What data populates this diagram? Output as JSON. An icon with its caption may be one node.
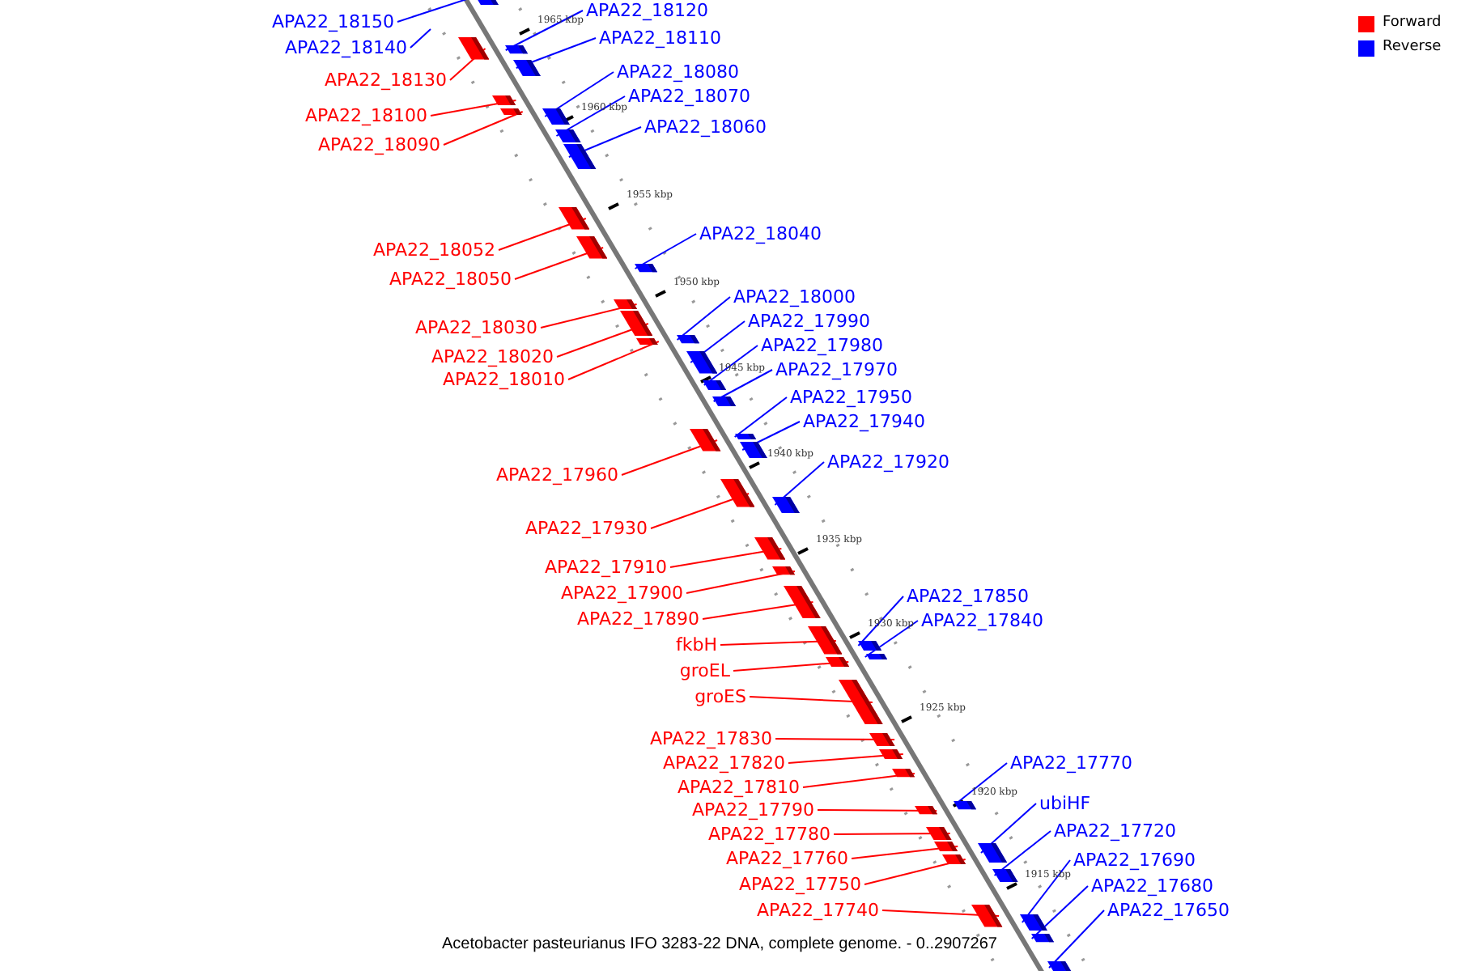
{
  "diagram": {
    "caption": "Acetobacter pasteurianus IFO 3283-22 DNA, complete genome. - 0..2907267",
    "nodes": [
      {
        "text": [
          "APA22_18120"
        ]
      },
      {
        "text": [],
        "shape": "bar"
      },
      {
        "text": [
          "APA22_18150"
        ]
      },
      {
        "text": [],
        "shape": "bar"
      },
      {
        "text": [
          "APA22_18110"
        ]
      },
      {
        "text": [],
        "shape": "bar"
      },
      {
        "text": [
          "APA22_18140"
        ]
      },
      {
        "text": [
          "APA22_18080"
        ]
      },
      {
        "text": [],
        "shape": "bar"
      },
      {
        "text": [
          "APA22_18130"
        ]
      },
      {
        "text": [],
        "shape": "bar"
      },
      {
        "text": [
          "APA22_18070"
        ]
      },
      {
        "text": [],
        "shape": "bar"
      },
      {
        "text": [
          "APA22_18100"
        ]
      },
      {
        "text": [],
        "shape": "bar"
      },
      {
        "text": [
          "APA22_18060"
        ]
      },
      {
        "text": [],
        "shape": "bar"
      },
      {
        "text": [
          "APA22_18090"
        ]
      },
      {
        "text": [],
        "shape": "bar"
      },
      {
        "text": [
          "APA22_18040"
        ]
      },
      {
        "text": [],
        "shape": "bar"
      },
      {
        "text": [
          "APA22_18052"
        ]
      },
      {
        "text": [],
        "shape": "bar"
      },
      {
        "text": [
          "APA22_18050"
        ]
      },
      {
        "text": [],
        "shape": "bar"
      },
      {
        "text": [
          "APA22_18000"
        ]
      },
      {
        "text": [],
        "shape": "bar"
      },
      {
        "text": [
          "APA22_17990"
        ]
      },
      {
        "text": [],
        "shape": "bar"
      },
      {
        "text": [
          "APA22_18030"
        ]
      },
      {
        "text": [],
        "shape": "bar"
      },
      {
        "text": [
          "APA22_17980"
        ]
      },
      {
        "text": [],
        "shape": "bar"
      },
      {
        "text": [
          "APA22_18020"
        ]
      },
      {
        "text": [],
        "shape": "bar"
      },
      {
        "text": [
          "APA22_17970"
        ]
      },
      {
        "text": [],
        "shape": "bar"
      },
      {
        "text": [
          "APA22_18010"
        ]
      },
      {
        "text": [],
        "shape": "bar"
      },
      {
        "text": [
          "APA22_17950"
        ]
      },
      {
        "text": [],
        "shape": "bar"
      },
      {
        "text": [
          "APA22_17940"
        ]
      },
      {
        "text": [],
        "shape": "bar"
      },
      {
        "text": [
          "APA22_17920"
        ]
      },
      {
        "text": [],
        "shape": "bar"
      },
      {
        "text": [
          "APA22_17960"
        ]
      },
      {
        "text": [],
        "shape": "bar"
      },
      {
        "text": [
          "APA22_17930"
        ]
      },
      {
        "text": [],
        "shape": "bar"
      },
      {
        "text": [
          "APA22_17910"
        ]
      },
      {
        "text": [],
        "shape": "bar"
      },
      {
        "text": [
          "APA22_17900"
        ]
      },
      {
        "text": [],
        "shape": "bar"
      },
      {
        "text": [
          "APA22_17850"
        ]
      },
      {
        "text": [],
        "shape": "bar"
      },
      {
        "text": [
          "APA22_17890"
        ]
      },
      {
        "text": [],
        "shape": "bar"
      },
      {
        "text": [
          "APA22_17840"
        ]
      },
      {
        "text": [],
        "shape": "bar"
      },
      {
        "text": [
          "fkbH"
        ]
      },
      {
        "text": [],
        "shape": "bar"
      },
      {
        "text": [
          "groEL"
        ]
      },
      {
        "text": [],
        "shape": "bar"
      },
      {
        "text": [
          "groES"
        ]
      },
      {
        "text": [],
        "shape": "bar"
      },
      {
        "text": [
          "APA22_17830"
        ]
      },
      {
        "text": [],
        "shape": "bar"
      },
      {
        "text": [
          "APA22_17770"
        ]
      },
      {
        "text": [],
        "shape": "bar"
      },
      {
        "text": [
          "APA22_17820"
        ]
      },
      {
        "text": [],
        "shape": "bar"
      },
      {
        "text": [
          "APA22_17810"
        ]
      },
      {
        "text": [],
        "shape": "bar"
      },
      {
        "text": [
          "ubiHF"
        ]
      },
      {
        "text": [],
        "shape": "bar"
      },
      {
        "text": [
          "APA22_17790"
        ]
      },
      {
        "text": [],
        "shape": "bar"
      },
      {
        "text": [
          "APA22_17720"
        ]
      },
      {
        "text": [],
        "shape": "bar"
      },
      {
        "text": [
          "APA22_17780"
        ]
      },
      {
        "text": [],
        "shape": "bar"
      },
      {
        "text": [
          "APA22_17760"
        ]
      },
      {
        "text": [],
        "shape": "bar"
      },
      {
        "text": [
          "APA22_17690"
        ]
      },
      {
        "text": [],
        "shape": "bar"
      },
      {
        "text": [
          "APA22_17750"
        ]
      },
      {
        "text": [],
        "shape": "bar"
      },
      {
        "text": [
          "APA22_17680"
        ]
      },
      {
        "text": [],
        "shape": "bar"
      },
      {
        "text": [
          "APA22_17740"
        ]
      },
      {
        "text": [],
        "shape": "bar"
      },
      {
        "text": [
          "APA22_17650"
        ]
      },
      {
        "text": [],
        "shape": "bar"
      }
    ],
    "edges": [
      {
        "from": 0,
        "to": 1,
        "arrow": "none",
        "color": "#0000ff"
      },
      {
        "from": 2,
        "to": 3,
        "arrow": "none",
        "color": "#0000ff"
      },
      {
        "from": 4,
        "to": 5,
        "arrow": "none",
        "color": "#0000ff"
      },
      {
        "from": 6,
        "to": null,
        "arrow": "none",
        "color": "#0000ff"
      },
      {
        "from": 7,
        "to": 8,
        "arrow": "none",
        "color": "#0000ff"
      },
      {
        "from": 9,
        "to": 10,
        "arrow": "none"
      },
      {
        "from": 11,
        "to": 12,
        "arrow": "none",
        "color": "#0000ff"
      },
      {
        "from": 13,
        "to": 14,
        "arrow": "none"
      },
      {
        "from": 15,
        "to": 16,
        "arrow": "none",
        "color": "#0000ff"
      },
      {
        "from": 17,
        "to": 18,
        "arrow": "none"
      },
      {
        "from": 19,
        "to": 20,
        "arrow": "none",
        "color": "#0000ff"
      },
      {
        "from": 21,
        "to": 22,
        "arrow": "none"
      },
      {
        "from": 23,
        "to": 24,
        "arrow": "none"
      },
      {
        "from": 25,
        "to": 26,
        "arrow": "none",
        "color": "#0000ff"
      },
      {
        "from": 27,
        "to": 28,
        "arrow": "none",
        "color": "#0000ff"
      },
      {
        "from": 29,
        "to": 30,
        "arrow": "none"
      },
      {
        "from": 31,
        "to": 32,
        "arrow": "none",
        "color": "#0000ff"
      },
      {
        "from": 33,
        "to": 34,
        "arrow": "none"
      },
      {
        "from": 35,
        "to": 36,
        "arrow": "none",
        "color": "#0000ff"
      },
      {
        "from": 37,
        "to": 38,
        "arrow": "none"
      },
      {
        "from": 39,
        "to": 40,
        "arrow": "none",
        "color": "#0000ff"
      },
      {
        "from": 41,
        "to": 42,
        "arrow": "none",
        "color": "#0000ff"
      },
      {
        "from": 43,
        "to": 44,
        "arrow": "none",
        "color": "#0000ff"
      },
      {
        "from": 45,
        "to": 46,
        "arrow": "none"
      },
      {
        "from": 47,
        "to": 48,
        "arrow": "none"
      },
      {
        "from": 49,
        "to": 50,
        "arrow": "none"
      },
      {
        "from": 51,
        "to": 52,
        "arrow": "none"
      },
      {
        "from": 53,
        "to": 54,
        "arrow": "none",
        "color": "#0000ff"
      },
      {
        "from": 55,
        "to": 56,
        "arrow": "none"
      },
      {
        "from": 57,
        "to": 58,
        "arrow": "none",
        "color": "#0000ff"
      },
      {
        "from": 59,
        "to": 60,
        "arrow": "none"
      },
      {
        "from": 61,
        "to": 62,
        "arrow": "none"
      },
      {
        "from": 63,
        "to": 64,
        "arrow": "none"
      },
      {
        "from": 65,
        "to": 66,
        "arrow": "none"
      },
      {
        "from": 67,
        "to": 68,
        "arrow": "none",
        "color": "#0000ff"
      },
      {
        "from": 69,
        "to": 70,
        "arrow": "none"
      },
      {
        "from": 71,
        "to": 72,
        "arrow": "none"
      },
      {
        "from": 73,
        "to": 74,
        "arrow": "none",
        "color": "#0000ff"
      },
      {
        "from": 75,
        "to": 76,
        "arrow": "none"
      },
      {
        "from": 77,
        "to": 78,
        "arrow": "none",
        "color": "#0000ff"
      },
      {
        "from": 79,
        "to": 80,
        "arrow": "none"
      },
      {
        "from": 81,
        "to": 82,
        "arrow": "none"
      },
      {
        "from": 83,
        "to": 84,
        "arrow": "none",
        "color": "#0000ff"
      },
      {
        "from": 85,
        "to": 86,
        "arrow": "none"
      },
      {
        "from": 87,
        "to": 88,
        "arrow": "none",
        "color": "#0000ff"
      },
      {
        "from": 89,
        "to": 90,
        "arrow": "none"
      },
      {
        "from": 91,
        "to": 92,
        "arrow": "none",
        "color": "#0000ff"
      }
    ],
    "labels": [
      "1965 kbp",
      "1960 kbp",
      "1955 kbp",
      "1950 kbp",
      "1945 kbp",
      "1940 kbp",
      "1935 kbp",
      "1930 kbp",
      "1925 kbp",
      "1920 kbp",
      "1915 kbp"
    ],
    "legend": [
      {
        "text": "Forward",
        "color": "#ff0000"
      },
      {
        "text": "Reverse",
        "color": "#0000ff"
      }
    ]
  }
}
